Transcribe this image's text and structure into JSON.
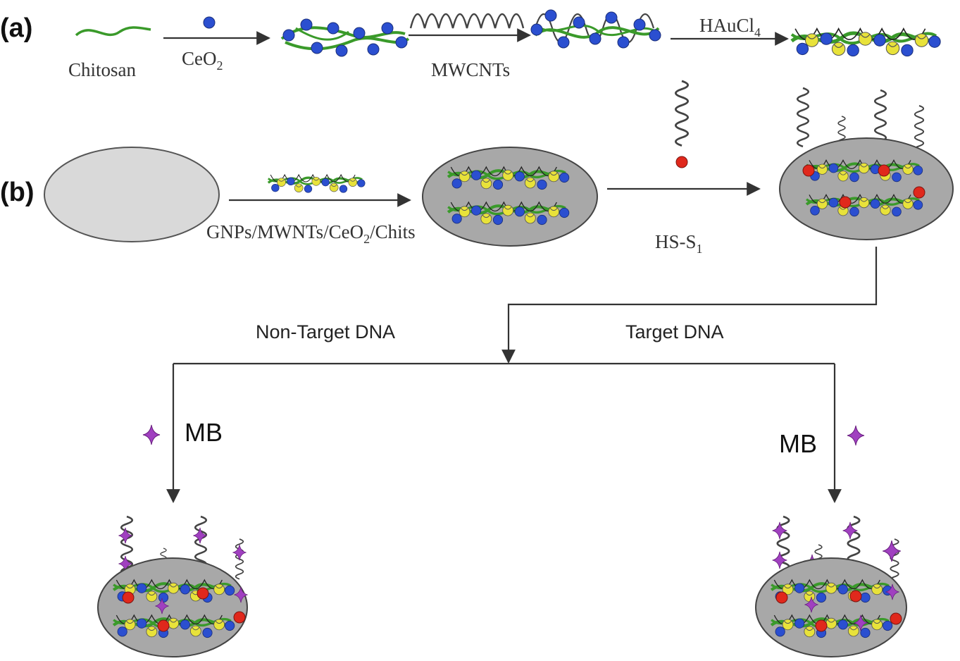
{
  "panels": {
    "a": "(a)",
    "b": "(b)"
  },
  "labels": {
    "chitosan": "Chitosan",
    "ceo2_main": "CeO",
    "ceo2_sub": "2",
    "mwcnts": "MWCNTs",
    "hau_main": "HAuCl",
    "hau_sub": "4",
    "composite_main": "GNPs/MWNTs/CeO",
    "composite_sub": "2",
    "composite_tail": "/Chits",
    "hs_main": "HS-S",
    "hs_sub": "1",
    "non_target": "Non-Target DNA",
    "target": "Target DNA",
    "mb_left": "MB",
    "mb_right": "MB"
  },
  "colors": {
    "chitosan_green": "#3a9a2a",
    "ceo2_blue": "#2b4fd0",
    "gold_yellow": "#e8e23a",
    "probe_red": "#e0281c",
    "mb_purple": "#a040c0",
    "electrode_fill": "#a8a8a8",
    "electrode_plain": "#d9d9d9",
    "helix": "#444444"
  }
}
